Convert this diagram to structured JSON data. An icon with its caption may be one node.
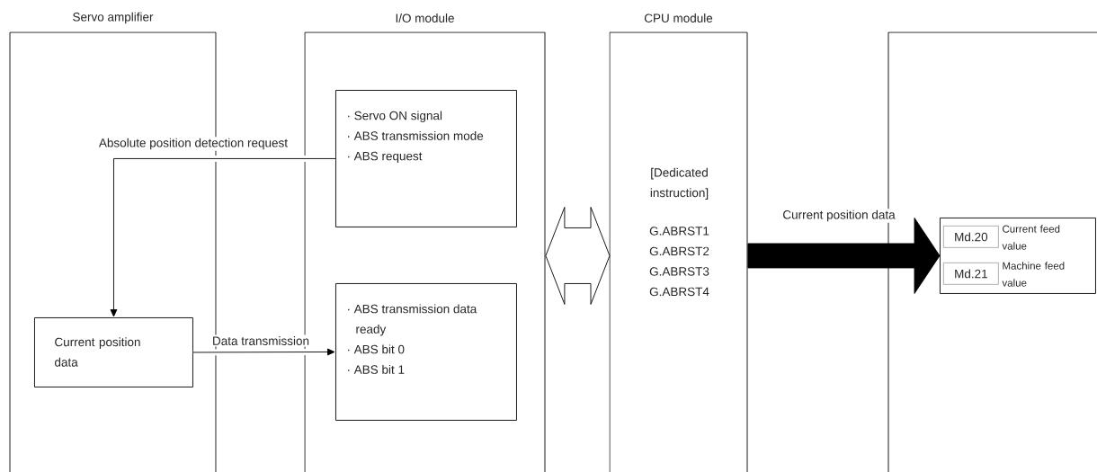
{
  "diagram": {
    "nodes": [
      {
        "text": [
          "Servo amplifier"
        ]
      },
      {
        "text": [
          "I/O module"
        ]
      },
      {
        "text": [
          "CPU module",
          "[Dedicated instruction]",
          "G.ABRST1",
          "G.ABRST2",
          "G.ABRST3",
          "G.ABRST4"
        ]
      },
      {
        "text": [],
        "shape": "box"
      },
      {
        "text": [
          "Current position data"
        ],
        "in": 0
      },
      {
        "text": [
          "· Servo ON signal",
          "· ABS transmission mode",
          "· ABS request"
        ],
        "in": 1
      },
      {
        "text": [
          "· ABS transmission data ready",
          "· ABS bit 0",
          "· ABS bit 1"
        ],
        "in": 1
      },
      {
        "text": [],
        "shape": "box",
        "in": 3
      },
      {
        "text": [
          "Md.20"
        ],
        "beside": [
          "Current feed value"
        ],
        "in": 7
      },
      {
        "text": [
          "Md.21"
        ],
        "beside": [
          "Machine feed value"
        ],
        "in": 7
      }
    ],
    "edges": [
      {
        "from": 5,
        "to": 4,
        "arrow": "to",
        "label": "Absolute position detection request"
      },
      {
        "from": 4,
        "to": 6,
        "arrow": "to",
        "label": "Data transmission"
      },
      {
        "from": 1,
        "to": 2,
        "arrow": "both"
      },
      {
        "from": 2,
        "to": 7,
        "arrow": "to",
        "label": "Current position data",
        "style": "thick"
      }
    ]
  }
}
